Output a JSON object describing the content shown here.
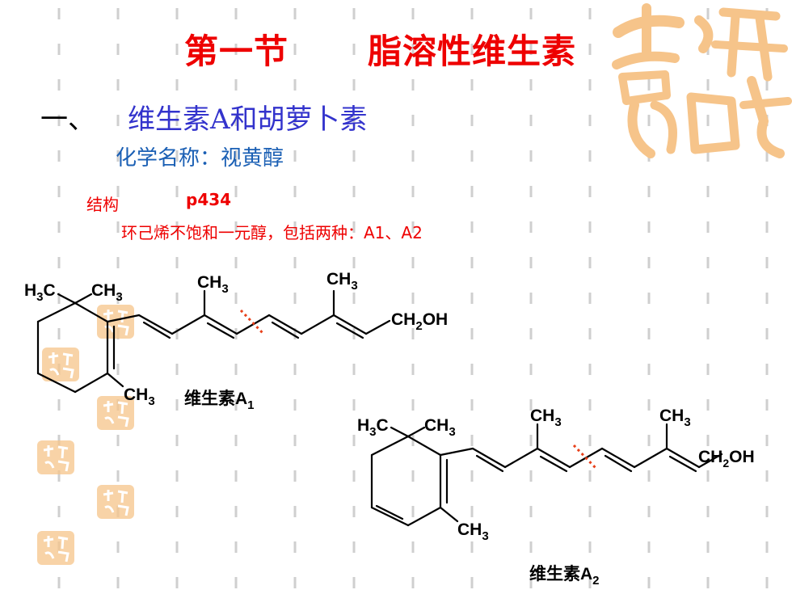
{
  "slide": {
    "title_part1": "第一节",
    "title_part2": "脂溶性维生素",
    "section_number": "一、",
    "section_title": "维生素A和胡萝卜素",
    "chem_name": "化学名称：视黄醇",
    "structure_label": "结构",
    "structure_page": "p434",
    "structure_desc": "环己烯不饱和一元醇，包括两种：A1、A2"
  },
  "molecules": {
    "a1": {
      "gem_methyl_left": "H",
      "gem_methyl_left_sub": "3",
      "gem_methyl_left_c": "C",
      "gem_methyl_right": "CH",
      "gem_methyl_right_sub": "3",
      "methyl_1": "CH",
      "methyl_1_sub": "3",
      "methyl_2": "CH",
      "methyl_2_sub": "3",
      "ring_methyl": "CH",
      "ring_methyl_sub": "3",
      "end_group": "CH",
      "end_group_sub": "2",
      "end_group_oh": "OH",
      "name": "维生素A",
      "name_sub": "1"
    },
    "a2": {
      "gem_methyl_left": "H",
      "gem_methyl_left_sub": "3",
      "gem_methyl_left_c": "C",
      "gem_methyl_right": "CH",
      "gem_methyl_right_sub": "3",
      "methyl_1": "CH",
      "methyl_1_sub": "3",
      "methyl_2": "CH",
      "methyl_2_sub": "3",
      "ring_methyl": "CH",
      "ring_methyl_sub": "3",
      "end_group": "CH",
      "end_group_sub": "2",
      "end_group_oh": "OH",
      "name": "维生素A",
      "name_sub": "2"
    }
  },
  "colors": {
    "title": "#ee0000",
    "section": "#3333cc",
    "chem_name": "#1a5fb4",
    "structure": "#ee0000",
    "grid": "#cfcfcf",
    "watermark": "#f6c48a",
    "cleave_mark": "#e8401a"
  },
  "decor": {
    "watermark_logo": "auspicious-calligraphy-seal",
    "stamps": "auspicious-seal-stamp"
  }
}
